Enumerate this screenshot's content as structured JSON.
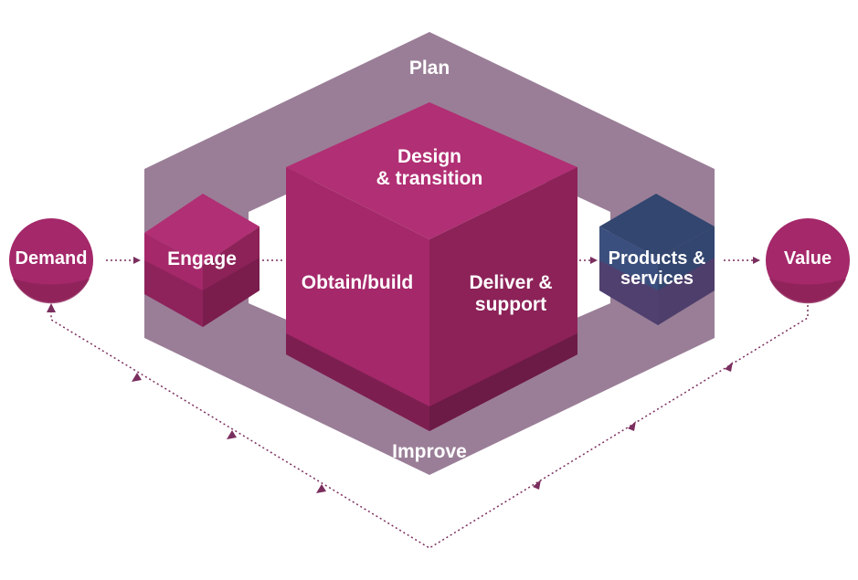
{
  "diagram": {
    "title": "Service value chain",
    "activities": {
      "plan": "Plan",
      "improve": "Improve",
      "engage": "Engage",
      "design_transition": [
        "Design",
        "& transition"
      ],
      "obtain_build": "Obtain/build",
      "deliver_support": [
        "Deliver &",
        "support"
      ]
    },
    "inputs": {
      "demand": "Demand"
    },
    "outputs": {
      "products_services": [
        "Products &",
        "services"
      ],
      "value": "Value"
    }
  },
  "colors": {
    "plan_improve_frame": "#9a7e97",
    "magenta": "#a4286a",
    "magenta_side": "#8c2258",
    "magenta_top": "#b12f74",
    "navy": "#3b4f7e",
    "navy_top": "#32466f",
    "arrow": "#7a2e5e"
  }
}
